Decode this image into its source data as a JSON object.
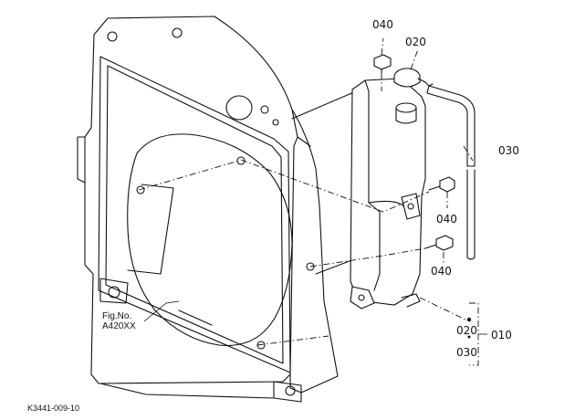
{
  "labels": {
    "bolt_top": "040",
    "cap": "020",
    "hose": "030",
    "bolt_mid": "040",
    "bolt_low": "040",
    "group_020": "020",
    "group_030": "030",
    "group_010": "010"
  },
  "figure_ref": {
    "line1": "Fig.No.",
    "line2": "A420XX"
  },
  "diagram_code": "K3441-009-10"
}
